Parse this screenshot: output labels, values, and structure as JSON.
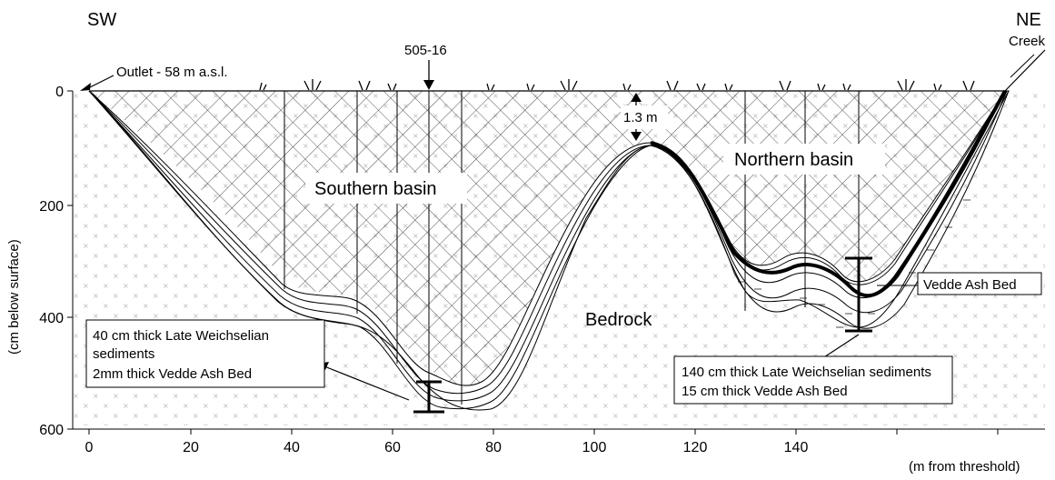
{
  "corners": {
    "left": "SW",
    "right": "NE"
  },
  "core_label": "505-16",
  "outlet_label": "Outlet - 58 m a.s.l.",
  "creek_label": "Creek",
  "depth_label": "1.3 m",
  "regions": {
    "southern": "Southern basin",
    "northern": "Northern basin",
    "bedrock": "Bedrock"
  },
  "vedde_label": "Vedde Ash Bed",
  "south_box": {
    "line1": "40 cm thick Late Weichselian",
    "line2": "sediments",
    "line3": "2mm thick Vedde Ash Bed"
  },
  "north_box": {
    "line1": "140 cm thick Late Weichselian sediments",
    "line2": "15 cm thick Vedde Ash Bed"
  },
  "axes": {
    "ylabel": "(cm below surface)",
    "xlabel": "(m from threshold)",
    "y_ticks": [
      "0",
      "200",
      "400",
      "600"
    ],
    "x_ticks": [
      "0",
      "20",
      "40",
      "60",
      "80",
      "100",
      "120",
      "140"
    ]
  }
}
